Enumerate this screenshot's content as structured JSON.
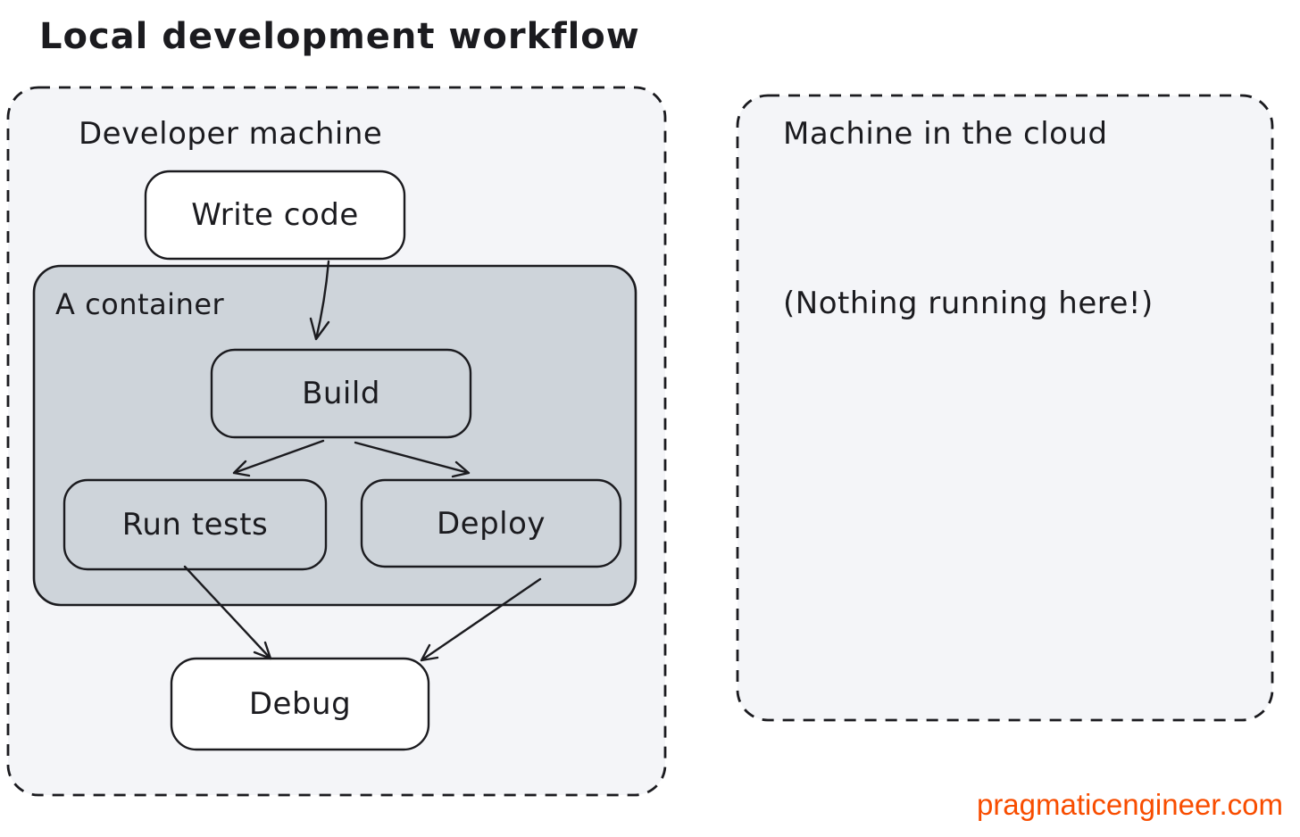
{
  "title": "Local development workflow",
  "watermark": "pragmaticengineer.com",
  "colors": {
    "stroke": "#1b1b1f",
    "panel_fill": "#f4f5f8",
    "container_fill": "#ced4da",
    "node_fill": "#ffffff",
    "watermark_orange": "#f84d00"
  },
  "developer_machine": {
    "label": "Developer machine",
    "nodes": {
      "write_code": "Write code",
      "container": "A container",
      "build": "Build",
      "run_tests": "Run tests",
      "deploy": "Deploy",
      "debug": "Debug"
    },
    "edges": [
      {
        "from": "Write code",
        "to": "Build"
      },
      {
        "from": "Build",
        "to": "Run tests"
      },
      {
        "from": "Build",
        "to": "Deploy"
      },
      {
        "from": "Run tests",
        "to": "Debug"
      },
      {
        "from": "Deploy",
        "to": "Debug"
      }
    ]
  },
  "cloud_machine": {
    "label": "Machine in the cloud",
    "note": "(Nothing running here!)"
  }
}
